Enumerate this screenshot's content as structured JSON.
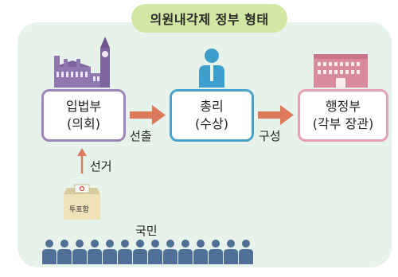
{
  "title": "의원내각제 정부 형태",
  "boxes": {
    "legislature": {
      "line1": "입법부",
      "line2": "(의회)"
    },
    "prime_minister": {
      "line1": "총리",
      "line2": "(수상)"
    },
    "executive": {
      "line1": "행정부",
      "line2": "(각부 장관)"
    }
  },
  "arrows": {
    "election_label": "선출",
    "formation_label": "구성",
    "vote_label": "선거"
  },
  "ballot_box_label": "투표함",
  "citizens_label": "국민",
  "colors": {
    "panel": "#e6f2ea",
    "title_pill": "#d2e7a3",
    "legislature_border": "#9b84b8",
    "pm_border": "#49a2c9",
    "executive_border": "#e5a1b2",
    "arrow": "#de7a5c",
    "people": "#4f6f96"
  }
}
